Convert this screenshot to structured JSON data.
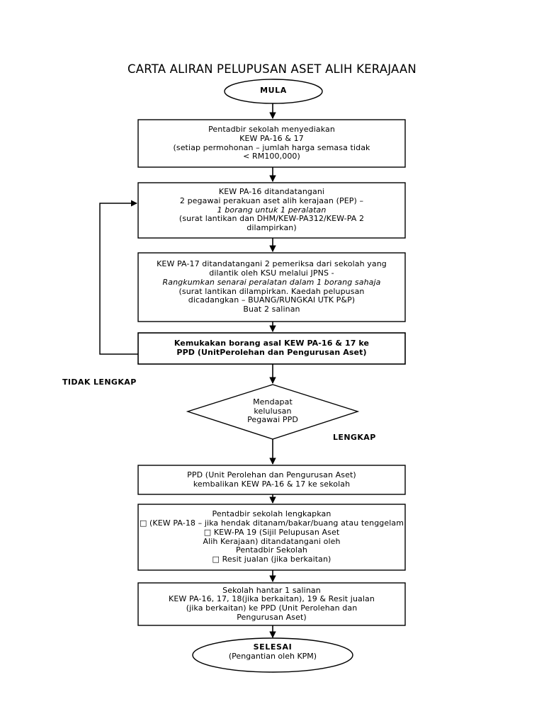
{
  "document": {
    "title": "CARTA ALIRAN PELUPUSAN ASET ALIH KERAJAAN"
  },
  "chart_data": {
    "type": "diagram",
    "diagram_type": "flowchart",
    "title": "CARTA ALIRAN PELUPUSAN ASET ALIH KERAJAAN",
    "orientation": "top-to-bottom",
    "language": "ms",
    "nodes": [
      {
        "id": "start",
        "shape": "terminator",
        "lines": [
          "MULA"
        ],
        "bold": true
      },
      {
        "id": "p1",
        "shape": "process",
        "lines": [
          "Pentadbir sekolah menyediakan",
          "KEW PA-16 & 17",
          "(setiap permohonan – jumlah harga semasa tidak",
          "< RM100,000)"
        ]
      },
      {
        "id": "p2",
        "shape": "process",
        "lines": [
          "KEW PA-16 ditandatangani",
          "2 pegawai perakuan aset alih kerajaan (PEP) –",
          "1 borang untuk 1 peralatan",
          "(surat lantikan dan DHM/KEW-PA312/KEW-PA 2",
          "dilampirkan)"
        ],
        "italic_lines": [
          2
        ]
      },
      {
        "id": "p3",
        "shape": "process",
        "lines": [
          "KEW PA-17 ditandatangani 2 pemeriksa dari sekolah yang",
          "dilantik oleh KSU melalui JPNS -",
          "Rangkumkan senarai peralatan dalam 1 borang sahaja",
          "(surat lantikan dilampirkan. Kaedah pelupusan",
          "dicadangkan – BUANG/RUNGKAI UTK P&P)",
          "Buat 2 salinan"
        ],
        "italic_lines": [
          2
        ]
      },
      {
        "id": "p4",
        "shape": "process",
        "bold": true,
        "lines": [
          "Kemukakan borang asal KEW PA-16 & 17 ke",
          "PPD (UnitPerolehan dan Pengurusan Aset)"
        ]
      },
      {
        "id": "d1",
        "shape": "decision",
        "lines": [
          "Mendapat",
          "kelulusan",
          "Pegawai PPD"
        ]
      },
      {
        "id": "p5",
        "shape": "process",
        "lines": [
          "PPD (Unit Perolehan dan Pengurusan Aset)",
          "kembalikan KEW PA-16 & 17 ke sekolah"
        ]
      },
      {
        "id": "p6",
        "shape": "process",
        "lines": [
          "Pentadbir sekolah lengkapkan",
          "□ (KEW PA-18 – jika hendak ditanam/bakar/buang atau tenggelam",
          "□ KEW-PA 19 (Sijil Pelupusan Aset",
          "Alih Kerajaan) ditandatangani oleh",
          "Pentadbir Sekolah",
          "□ Resit jualan (jika berkaitan)"
        ]
      },
      {
        "id": "p7",
        "shape": "process",
        "lines": [
          "Sekolah hantar 1 salinan",
          "KEW PA-16, 17, 18(jika berkaitan), 19 & Resit jualan",
          "(jika berkaitan) ke PPD (Unit Perolehan dan",
          "Pengurusan Aset)"
        ]
      },
      {
        "id": "end",
        "shape": "terminator",
        "lines": [
          "SELESAI",
          "(Pengantian oleh KPM)"
        ],
        "bold_lines": [
          0
        ]
      }
    ],
    "edges": [
      {
        "from": "start",
        "to": "p1",
        "label": ""
      },
      {
        "from": "p1",
        "to": "p2",
        "label": ""
      },
      {
        "from": "p2",
        "to": "p3",
        "label": ""
      },
      {
        "from": "p3",
        "to": "p4",
        "label": ""
      },
      {
        "from": "p4",
        "to": "d1",
        "label": ""
      },
      {
        "from": "p4",
        "to": "p2",
        "label": "TIDAK LENGKAP",
        "type": "feedback-loop"
      },
      {
        "from": "d1",
        "to": "p5",
        "label": "LENGKAP"
      },
      {
        "from": "p5",
        "to": "p6",
        "label": ""
      },
      {
        "from": "p6",
        "to": "p7",
        "label": ""
      },
      {
        "from": "p7",
        "to": "end",
        "label": ""
      }
    ],
    "edge_labels": {
      "tidak_lengkap": "TIDAK LENGKAP",
      "lengkap": "LENGKAP"
    },
    "colors": {
      "stroke": "#000000",
      "fill": "#ffffff",
      "text": "#000000"
    }
  }
}
